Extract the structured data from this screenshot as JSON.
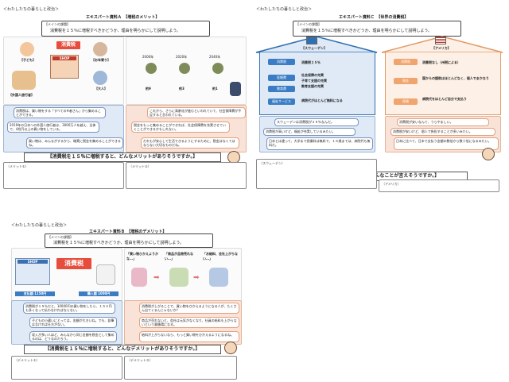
{
  "common": {
    "header": "＜わたしたちの暮らしと政治＞",
    "main_question_label": "【メインの課題】",
    "main_question": "消費税を１５％に増税すべきかどうか、理由を明らかにして説明しよう。"
  },
  "sheet_a": {
    "title": "エキスパート資料Ａ　【増税のメリット】",
    "shop_label": "SHOP",
    "tax_label": "消費税",
    "people": [
      "【子ども】",
      "【お年寄り】",
      "【外国人旅行者】",
      "【大人】"
    ],
    "bubble_left_1": "消費税は、買い物をする「すべての※者さん」から集めることができる。",
    "bubble_left_2": "2019年の日本への外国人旅行者は、3000万人を越え、全体で、4兆円以上の買い物をしている。",
    "bubble_left_3": "買い物は、みんながするから、確実に税金を集めることができるね。",
    "years": [
      "2000年",
      "2020年",
      "2040年"
    ],
    "ratios": [
      "約9",
      "約3",
      "約1"
    ],
    "bubble_right_1": "これから、さらに高齢化が進むといわれていて、社会保障費が不足すると言われている。",
    "bubble_right_2": "税金をもっと集めることができれば、社会保障費を充実させていくことができるかもしれない。",
    "bubble_right_3": "だれもが安心して生活できるようにするために、税金はなくてはならない大切なものだね。",
    "question_bar": "【消費税を１５％に増税すると、どんなメリットがありそうですか。】",
    "answer_1": "（メリット①）",
    "answer_2": "（メリット②）"
  },
  "sheet_c": {
    "title": "エキスパート資料Ｃ　【世界の消費税】",
    "sweden_label": "【スウェーデン】",
    "america_label": "【アメリカ】",
    "sweden_pills": [
      "消費税",
      "医療費",
      "教育費",
      "福祉サービス"
    ],
    "sweden_items": [
      "消費税２５％",
      "社会保障の充実",
      "子育て支援の充実",
      "教育支援の充実",
      "病院代がほとんど無料になる"
    ],
    "america_pills": [
      "消費税",
      "税金",
      "保険"
    ],
    "america_items": [
      "消費税なし（州税による）",
      "国からの援助はほとんどなく、個人でまかなう",
      "病院代をほとんど自分で支払う"
    ],
    "bubble_left_1": "スウェーデンは消費税が２５％なんだ。",
    "bubble_left_2": "消費税が高いけど、福祉が充実しているみたい。",
    "bubble_left_3": "日本とは違って、大学まで授業料は無料で、１８歳までは、病院代も無料だ。",
    "bubble_right_1": "消費税が安いなんて、うらやましい。",
    "bubble_right_2": "消費税が安いけど、個人で負担することが多いみたい。",
    "bubble_right_3": "日本に比べて、日本で支払う金額の数倍から数十倍になるみたい。",
    "question_bar": "【２つの国を比較して、どんなことが言えそうですか。】",
    "answer_1": "（スウェーデン）",
    "answer_2": "（アメリカ）"
  },
  "sheet_b": {
    "title": "エキスパート資料Ｂ　【増税のデメリット】",
    "shop_label": "SHOP",
    "tax_label": "消費税",
    "price_1": "支払額 1150円",
    "price_2": "購入額 1000円",
    "steps": [
      "「買い物ひかえようかな…」",
      "「商品が品物売れない…」",
      "「お給料、会社上がらない…」"
    ],
    "bubble_left_1": "消費税が１５％だと、10000円の買い物をしたら、１５０円も多くなって払わなければならない。",
    "bubble_left_2": "子どもの小遣いにとっては、金額が大きいね。でも、鉛筆はなければ仕方がない。",
    "bubble_left_3": "収入が多い人ほど、みんなから同じ金額を税金として集めるのは、どうなのだろう。",
    "bubble_right_1": "消費税が上がることで、買い物をひかえるようになる人が、たくさん出てくるんじゃないか？",
    "bubble_right_2": "商品が売れないと、会社は元気がなくなり、社員の給料も上がらないという悪循環になる。",
    "bubble_right_3": "給料が上がらないなら、もっと買い物をひかえるようになるね。",
    "question_bar": "【消費税を１５％に増税すると、どんなデメリットがありそうですか。】",
    "answer_1": "（デメリット①）",
    "answer_2": "（デメリット②）"
  }
}
